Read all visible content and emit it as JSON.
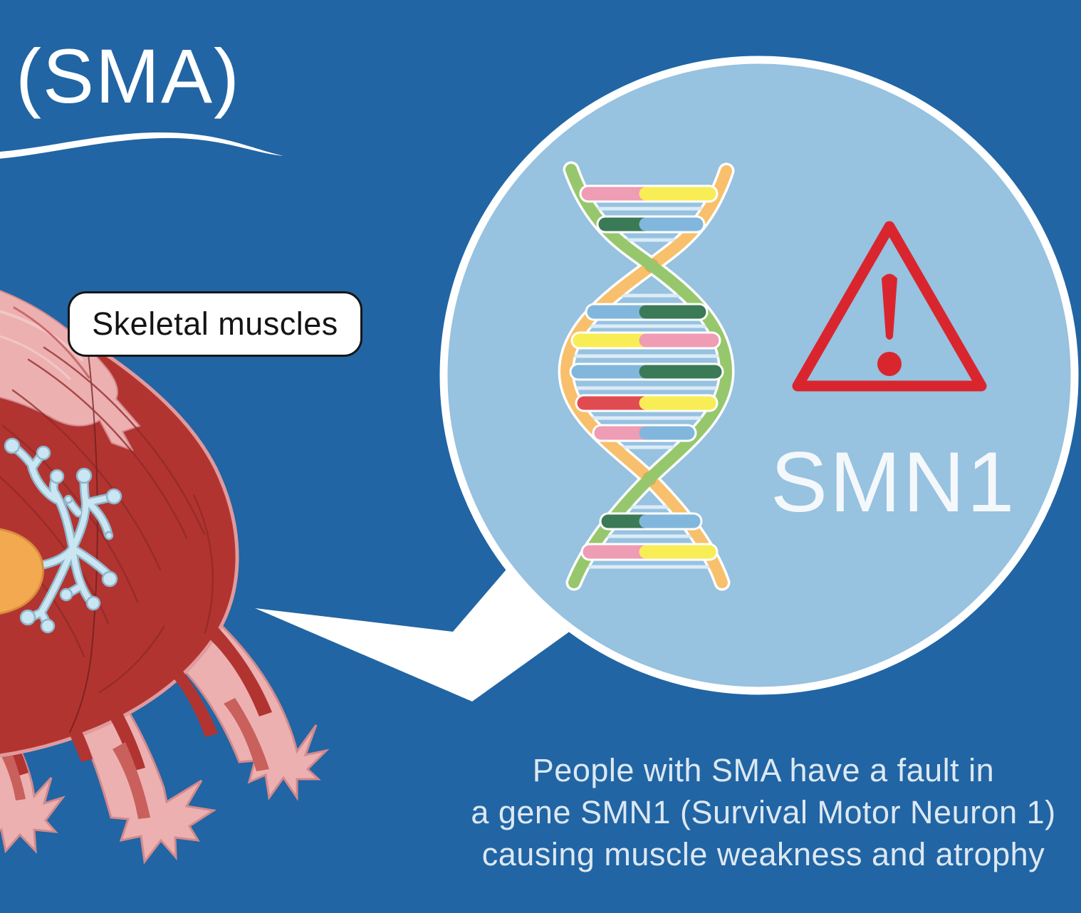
{
  "title": "(SMA)",
  "labels": {
    "skeletal_muscles": "Skeletal muscles",
    "gene": "SMN1"
  },
  "caption": {
    "line1": "People with SMA have a fault in",
    "line2": "a gene SMN1 (Survival Motor Neuron 1)",
    "line3": "causing muscle weakness and atrophy"
  },
  "icons": {
    "warning": "warning-triangle-icon",
    "dna": "dna-helix-icon",
    "muscle": "skeletal-muscle-illustration",
    "nerve": "motor-nerve-icon",
    "nerve_ending": "nerve-ending-icon",
    "pointer": "speech-bubble-pointer",
    "wave": "title-underline-wave"
  },
  "dna": {
    "base_pairs": [
      [
        "pink",
        "yellow"
      ],
      [
        "dark_green",
        "blue"
      ],
      [
        "blue",
        "dark_green"
      ],
      [
        "yellow",
        "pink"
      ],
      [
        "blue",
        "dark_green"
      ],
      [
        "fault_red",
        "yellow"
      ],
      [
        "pink",
        "blue"
      ],
      [
        "dark_green",
        "blue"
      ],
      [
        "pink",
        "yellow"
      ]
    ],
    "fault_pair_index": 5
  },
  "colors": {
    "background": "#2165a4",
    "circle_fill": "#97c2e0",
    "white": "#ffffff",
    "triangle_red": "#d9262e",
    "muscle_red": "#b23431",
    "muscle_outline": "#e09a9c",
    "muscle_fiber": "#8f2a27",
    "muscle_crack": "#6b1f1d",
    "tendon_pink": "#edb0b1",
    "tendon_outline": "#d28a8d",
    "tendon_streak_mid": "#c9605c",
    "tendon_striation": "#f3c6c7",
    "nerve_blue": "#c9e6f2",
    "nerve_outline": "#8fb6cb",
    "ending_orange": "#f2a950",
    "ending_outline": "#da8d3c",
    "strand_green": "#97c76c",
    "strand_orange": "#f8c06c",
    "rung_pink": "#ef9cb5",
    "rung_yellow": "#f8ed55",
    "rung_dark_green": "#3b7a56",
    "rung_blue": "#82b7dd",
    "rung_fault_red": "#e04b52",
    "rung_thin": "#dcecf7",
    "caption_color": "#dde8f2",
    "label_text": "#141414"
  }
}
